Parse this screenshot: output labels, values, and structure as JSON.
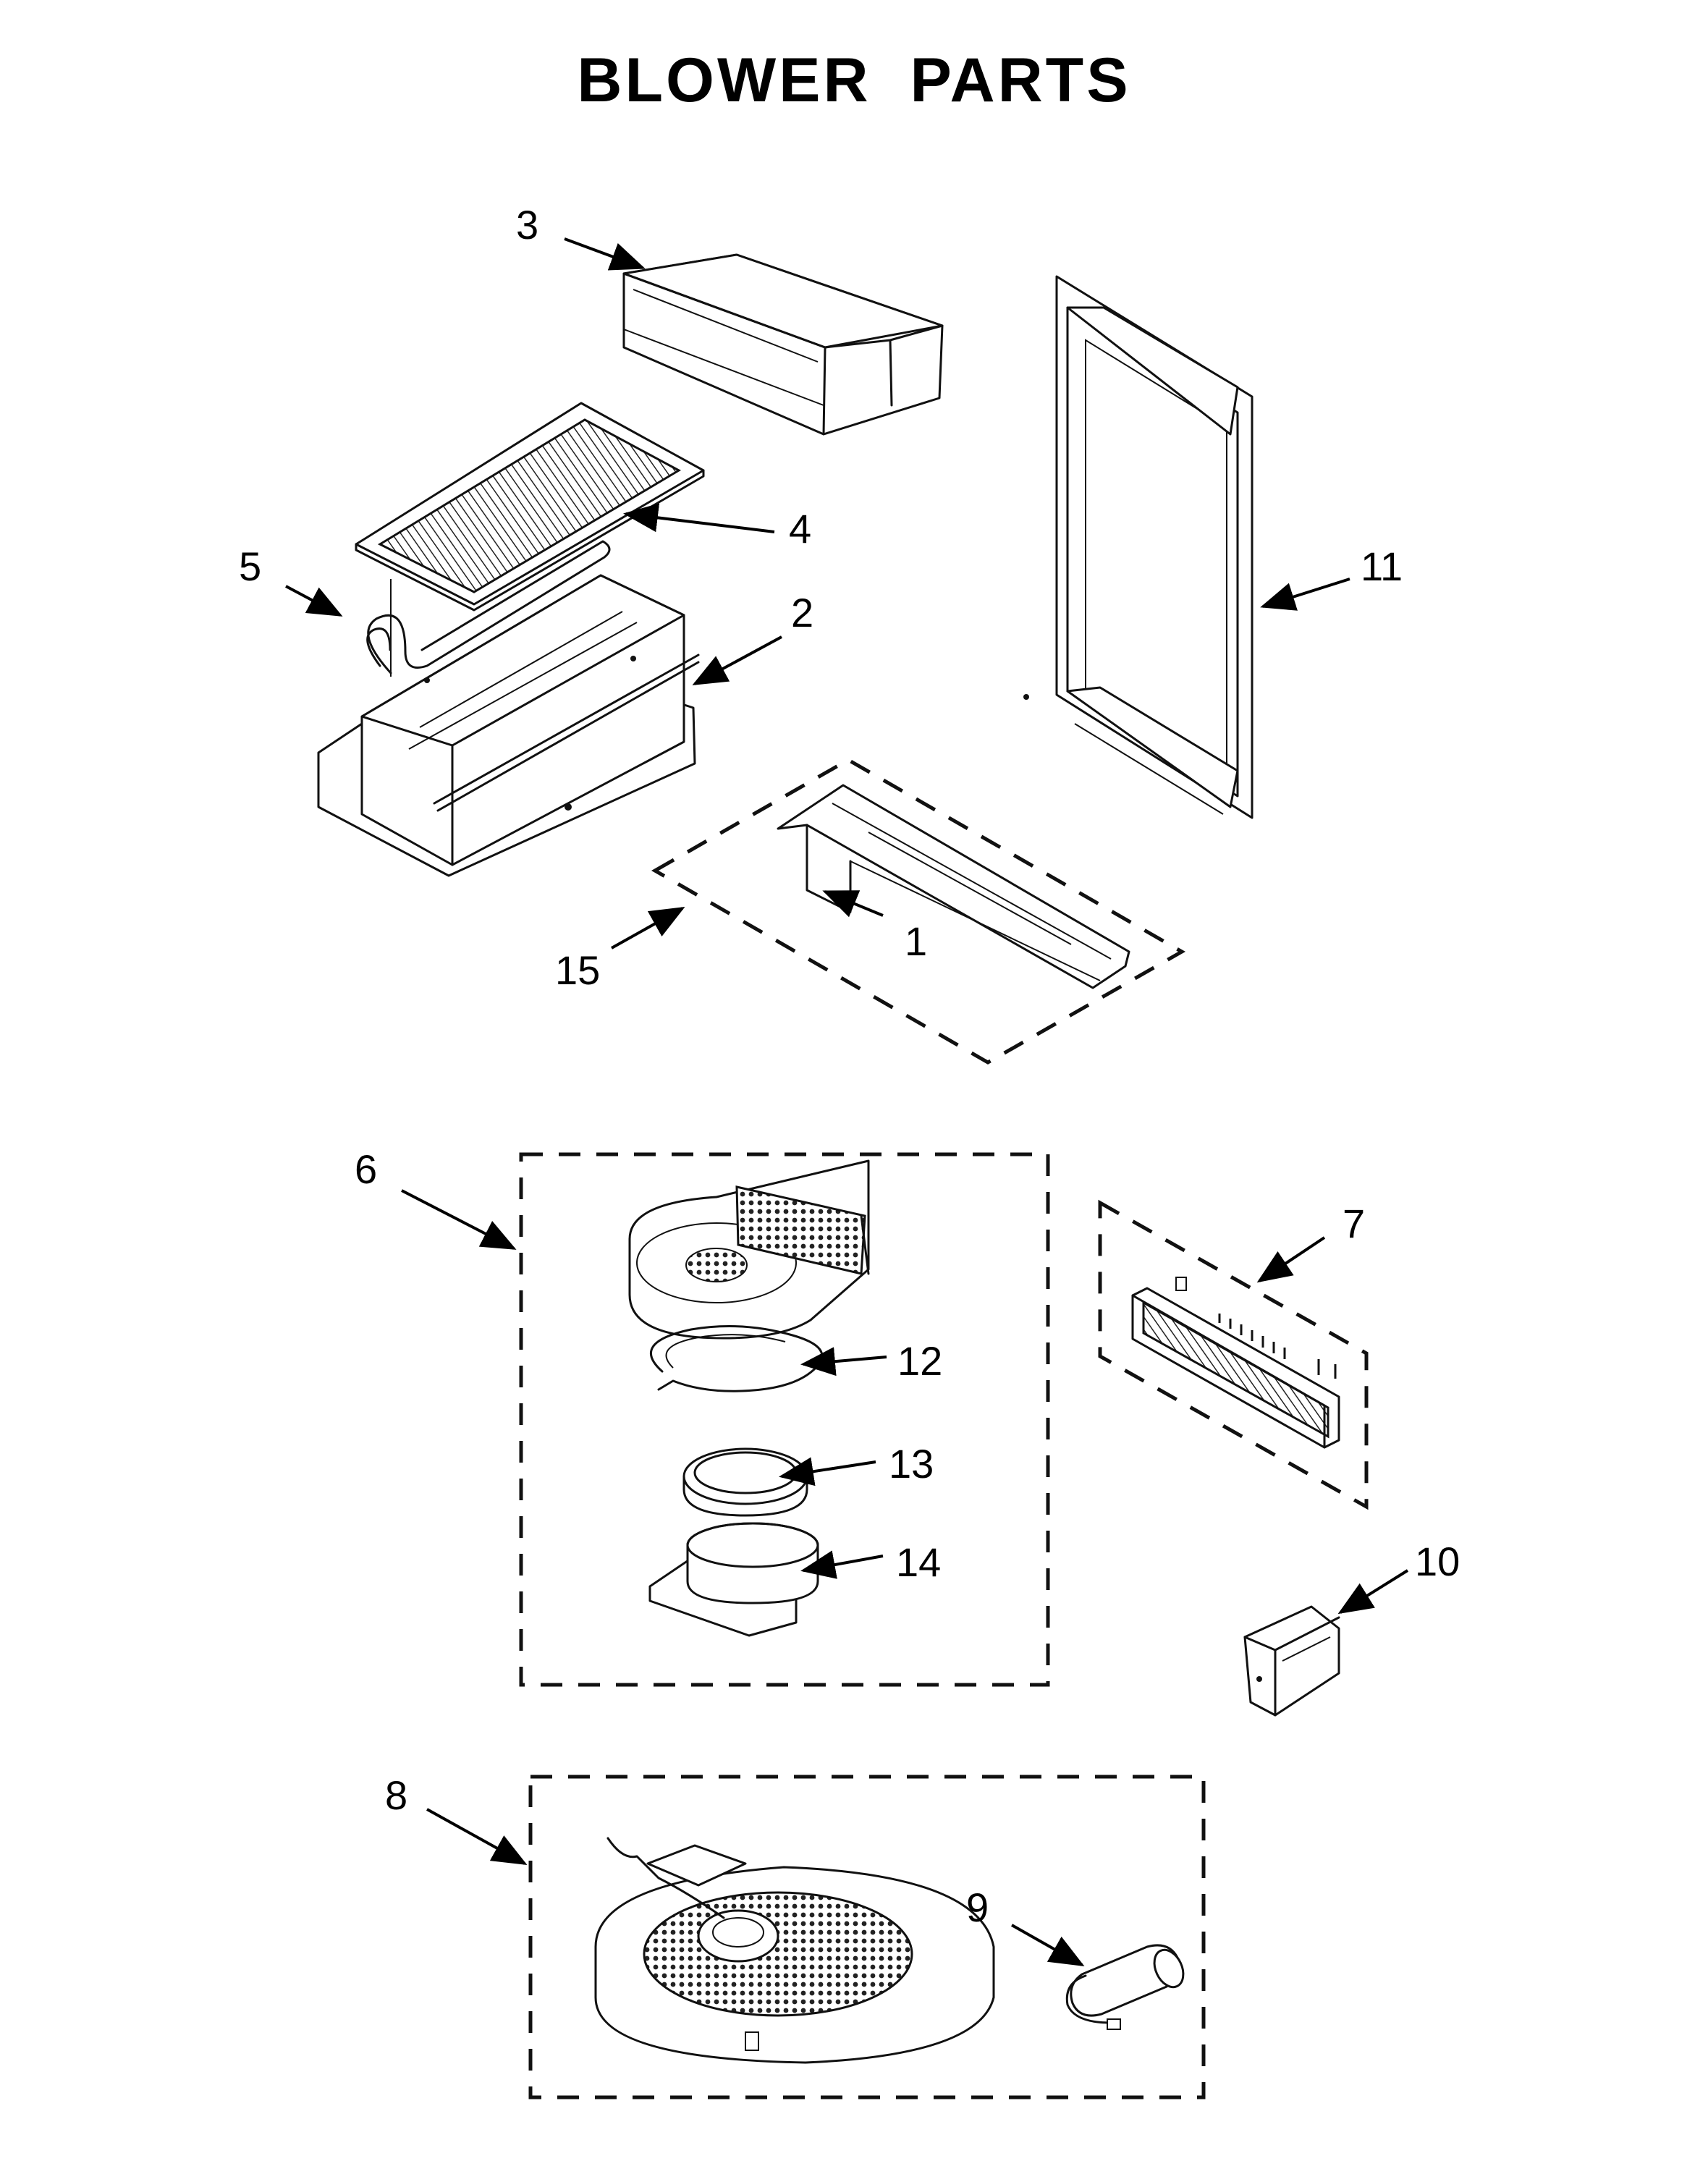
{
  "title": "BLOWER PARTS",
  "callouts": {
    "c1": "1",
    "c2": "2",
    "c3": "3",
    "c4": "4",
    "c5": "5",
    "c6": "6",
    "c7": "7",
    "c8": "8",
    "c9": "9",
    "c10": "10",
    "c11": "11",
    "c12": "12",
    "c13": "13",
    "c14": "14",
    "c15": "15"
  }
}
